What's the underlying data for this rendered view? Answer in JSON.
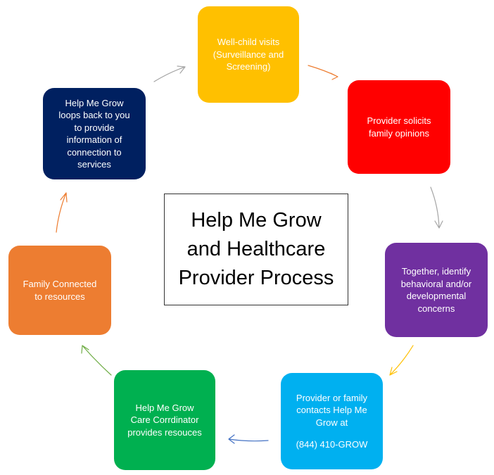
{
  "center": {
    "title_lines": [
      "Help Me Grow",
      "and Healthcare",
      "Provider Process"
    ]
  },
  "nodes": [
    {
      "lines": [
        "Well-child visits",
        "(Surveillance and",
        "Screening)"
      ],
      "color": "#FFC000"
    },
    {
      "lines": [
        "Provider solicits",
        "family opinions"
      ],
      "color": "#FF0000"
    },
    {
      "lines": [
        "Together, identify",
        "behavioral and/or",
        "developmental",
        "concerns"
      ],
      "color": "#7030A0"
    },
    {
      "lines": [
        "Provider or family",
        "contacts Help Me",
        "Grow at"
      ],
      "phone": "(844) 410-GROW",
      "color": "#00B0F0"
    },
    {
      "lines": [
        "Help Me Grow",
        "Care Corrdinator",
        "provides resouces"
      ],
      "color": "#00B050"
    },
    {
      "lines": [
        "Family Connected",
        "to resources"
      ],
      "color": "#ED7D31"
    },
    {
      "lines": [
        "Help Me Grow",
        "loops back to you",
        "to provide",
        "information of",
        "connection to",
        "services"
      ],
      "color": "#002060"
    }
  ],
  "arrow_colors": [
    "#ED7D31",
    "#A5A5A5",
    "#FFC000",
    "#4472C4",
    "#70AD47",
    "#ED7D31",
    "#A5A5A5"
  ]
}
